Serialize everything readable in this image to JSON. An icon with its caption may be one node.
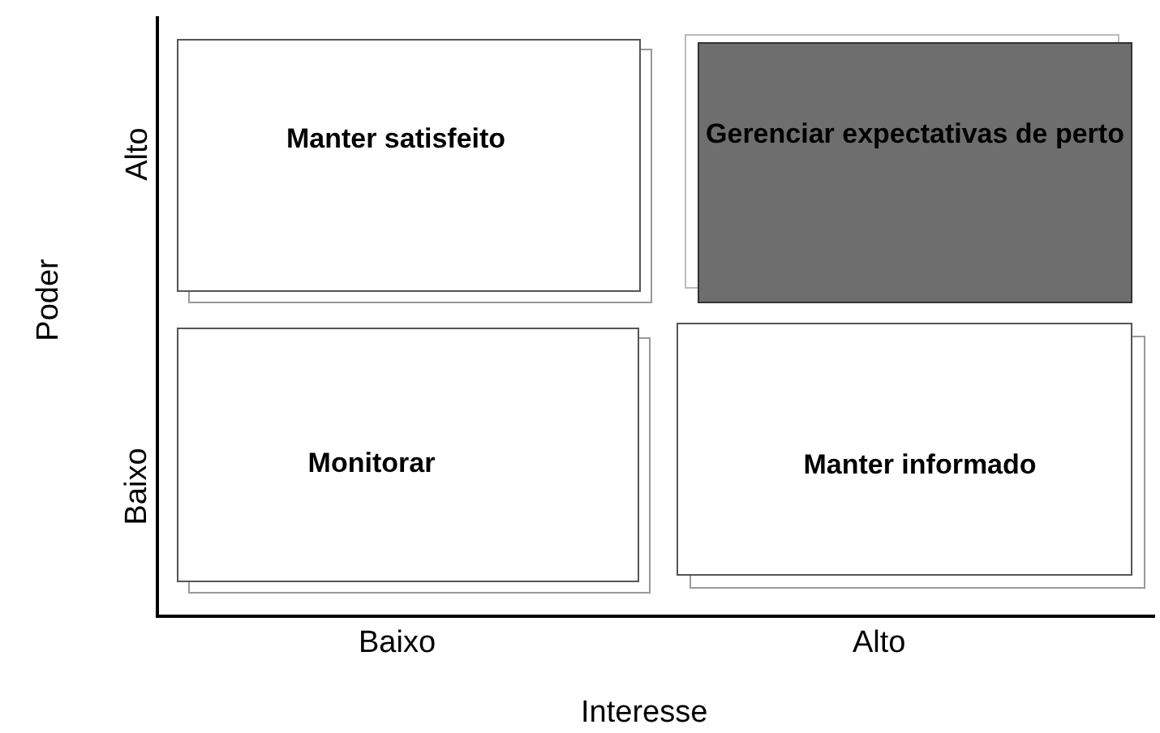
{
  "diagram": {
    "nodes": [
      {
        "text": [
          "Manter satisfeito"
        ]
      },
      {
        "text": [
          "Gerenciar expectativas de perto"
        ]
      },
      {
        "text": [
          "Monitorar"
        ]
      },
      {
        "text": [
          "Manter informado"
        ]
      }
    ],
    "edges": [],
    "labels": [
      "Alto",
      "Poder",
      "Baixo",
      "Baixo",
      "Alto",
      "Interesse"
    ]
  }
}
